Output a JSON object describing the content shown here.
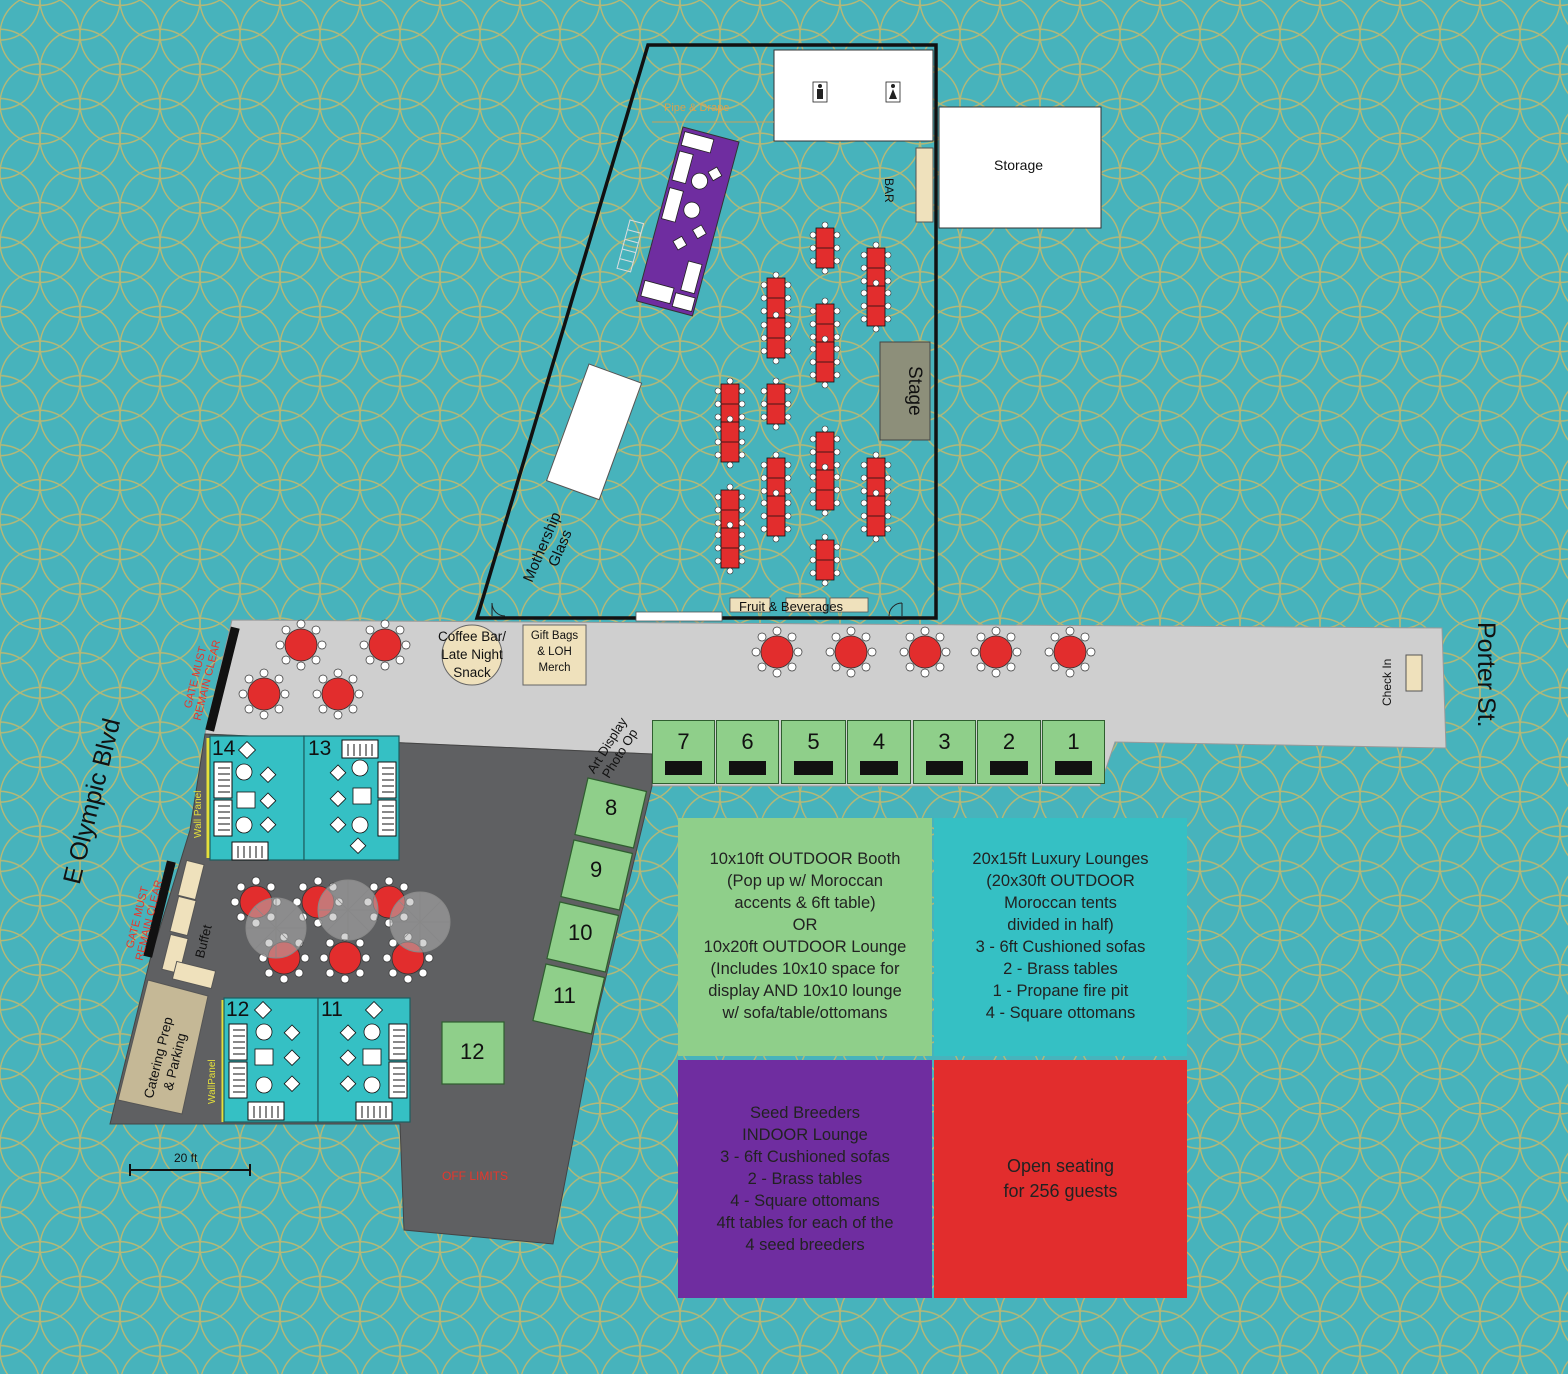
{
  "streets": {
    "west": "E Olympic Blvd",
    "east": "Porter St."
  },
  "venue_labels": {
    "pipe_drape": "Pipe & Drape",
    "storage": "Storage",
    "bar": "BAR",
    "stage": "Stage",
    "mothership_line1": "Mothership",
    "mothership_line2": "Glass",
    "fruit_beverages": "Fruit & Beverages",
    "coffee_line1": "Coffee Bar/",
    "coffee_line2": "Late Night",
    "coffee_line3": "Snack",
    "gift_line1": "Gift Bags",
    "gift_line2": "& LOH",
    "gift_line3": "Merch",
    "check_in": "Check In",
    "art_line1": "Art Display",
    "art_line2": "Photo Op",
    "gate_top_line1": "GATE MUST",
    "gate_top_line2": "REMAIN CLEAR",
    "gate_mid_line1": "GATE MUST",
    "gate_mid_line2": "REMAIN CLEAR",
    "wall_panel_top": "Wall Panel",
    "wall_panel_bottom": "WallPanel",
    "buffet": "Buffet",
    "catering_line1": "Catering Prep",
    "catering_line2": "& Parking",
    "off_limits": "OFF LIMITS",
    "scale": "20 ft"
  },
  "booths_row": [
    "7",
    "6",
    "5",
    "4",
    "3",
    "2",
    "1"
  ],
  "booths_column": [
    "8",
    "9",
    "10",
    "11"
  ],
  "booth_single": "12",
  "lounges": [
    "14",
    "13",
    "12",
    "11"
  ],
  "legend": {
    "outdoor_booth": [
      "10x10ft OUTDOOR Booth",
      "(Pop up w/ Moroccan",
      "accents & 6ft table)",
      "OR",
      "10x20ft OUTDOOR Lounge",
      "(Includes 10x10 space for",
      "display AND 10x10 lounge",
      "w/ sofa/table/ottomans"
    ],
    "luxury_lounges": [
      "20x15ft Luxury Lounges",
      "(20x30ft OUTDOOR",
      "Moroccan tents",
      "divided in half)",
      "3 - 6ft Cushioned sofas",
      "2 - Brass tables",
      "1 - Propane fire pit",
      "4 - Square ottomans"
    ],
    "seed_breeders": [
      "Seed Breeders",
      "INDOOR Lounge",
      "3 - 6ft Cushioned sofas",
      "2 - Brass tables",
      "4 - Square ottomans",
      "4ft tables for each of the",
      "4 seed breeders"
    ],
    "open_seating": [
      "Open seating",
      "for 256 guests"
    ]
  },
  "colors": {
    "background": "#47b3bc",
    "pattern": "#c9b96a",
    "walkway": "#cfcfcf",
    "gray_area": "#5f6062",
    "booth_green": "#8fcf8a",
    "lounge_teal": "#35c0c4",
    "purple": "#6f2da0",
    "red": "#e22d2d",
    "beige": "#efe1bc"
  },
  "icons": [
    "restroom-men-icon",
    "restroom-women-icon",
    "door-icon",
    "umbrella-icon",
    "fire-pit-icon",
    "sofa-icon",
    "ottoman-icon",
    "round-table-icon"
  ]
}
